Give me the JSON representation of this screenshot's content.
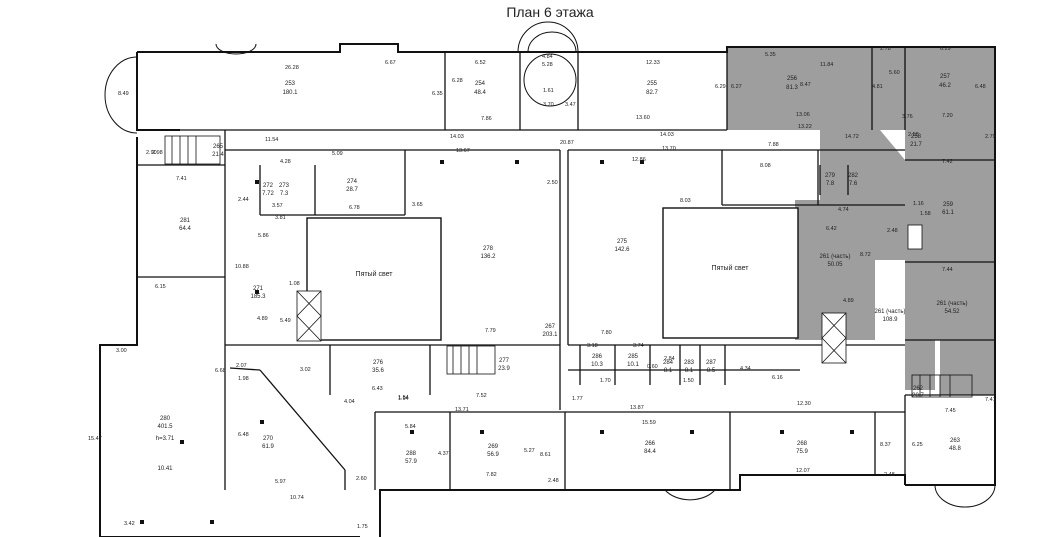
{
  "title": "План 6 этажа",
  "colors": {
    "wall": "#111111",
    "shaded": "#9e9e9e",
    "background": "#ffffff"
  },
  "light_well_label": "Пятый свет",
  "rooms": {
    "r253": [
      "253",
      "180.1"
    ],
    "r254": [
      "254",
      "48.4"
    ],
    "r255": [
      "255",
      "82.7"
    ],
    "r256": [
      "256",
      "81.3"
    ],
    "r257": [
      "257",
      "46.2"
    ],
    "r258": [
      "258",
      "21.7"
    ],
    "r259": [
      "259",
      "61.1"
    ],
    "r261a": [
      "261 (часть)",
      "50.05"
    ],
    "r261b": [
      "261 (часть)",
      "54.52"
    ],
    "r261c": [
      "261 (часть)",
      "108.9"
    ],
    "r262": [
      "262",
      "20.7"
    ],
    "r263": [
      "263",
      "48.8"
    ],
    "r265": [
      "265",
      "21.4"
    ],
    "r266": [
      "266",
      "84.4"
    ],
    "r267": [
      "267",
      "203.1"
    ],
    "r268": [
      "268",
      "75.9"
    ],
    "r269": [
      "269",
      "56.9"
    ],
    "r270": [
      "270",
      "61.9"
    ],
    "r271": [
      "271",
      "185.3"
    ],
    "r272": [
      "272",
      "7.72"
    ],
    "r273": [
      "273",
      "7.3"
    ],
    "r274": [
      "274",
      "28.7"
    ],
    "r275": [
      "275",
      "142.6"
    ],
    "r276": [
      "276",
      "35.6"
    ],
    "r277": [
      "277",
      "23.9"
    ],
    "r278": [
      "278",
      "136.2"
    ],
    "r279": [
      "279",
      "7.8"
    ],
    "r280": [
      "280",
      "401.5"
    ],
    "r281": [
      "281",
      "64.4"
    ],
    "r282": [
      "282",
      "7.6"
    ],
    "r283": [
      "283",
      "8.1"
    ],
    "r284": [
      "284",
      "8.1"
    ],
    "r285": [
      "285",
      "10.1"
    ],
    "r286": [
      "286",
      "10.3"
    ],
    "r287": [
      "287",
      "8.5"
    ],
    "r288": [
      "288",
      "57.9"
    ]
  },
  "extra_labels": {
    "height_280": "h=3.71",
    "dim_280": "10.41"
  },
  "dimensions": [
    "26.28",
    "6.67",
    "6.52",
    "4.84",
    "5.28",
    "12.33",
    "5.35",
    "11.84",
    "2.78",
    "6.29",
    "8.49",
    "6.35",
    "6.28",
    "7.86",
    "1.61",
    "3.70",
    "3.47",
    "13.60",
    "6.29",
    "6.27",
    "8.47",
    "13.06",
    "4.81",
    "5.60",
    "7.20",
    "6.48",
    "11.54",
    "14.03",
    "20.87",
    "14.03",
    "13.22",
    "14.72",
    "2.58",
    "2.79",
    "2.98",
    "1.16",
    "1.58",
    "5.09",
    "13.67",
    "13.70",
    "12.86",
    "8.08",
    "7.88",
    "7.42",
    "7.41",
    "4.28",
    "2.44",
    "2.90",
    "3.57",
    "6.78",
    "3.81",
    "3.65",
    "8.03",
    "5.86",
    "4.74",
    "6.42",
    "2.48",
    "8.72",
    "10.88",
    "6.15",
    "1.94",
    "7.44",
    "4.89",
    "1.08",
    "5.49",
    "4.89",
    "7.79",
    "7.80",
    "3.00",
    "2.07",
    "1.98",
    "3.02",
    "6.43",
    "4.04",
    "1.54",
    "7.52",
    "3.74",
    "3.18",
    "2.84",
    "0.60",
    "1.50",
    "4.34",
    "6.16",
    "12.30",
    "13.71",
    "13.87",
    "15.59",
    "1.77",
    "5.84",
    "4.37",
    "5.27",
    "8.61",
    "8.37",
    "6.25",
    "15.47",
    "6.48",
    "5.97",
    "10.74",
    "2.60",
    "7.82",
    "2.48",
    "12.07",
    "2.48",
    "3.42",
    "1.75",
    "7.45",
    "7.41",
    "6.68",
    "1.70",
    "2.50",
    "3.76"
  ]
}
